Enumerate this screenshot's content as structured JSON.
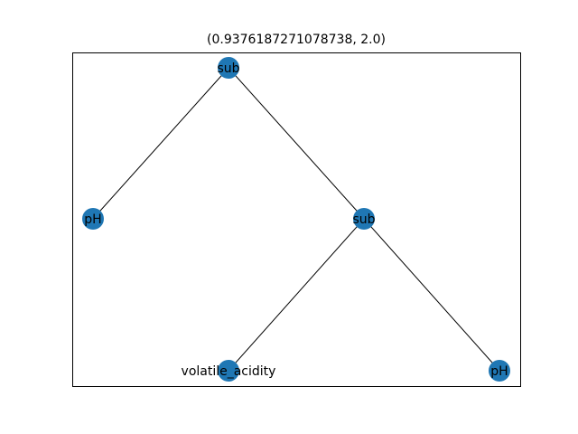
{
  "title": "(0.9376187271078738, 2.0)",
  "colors": {
    "node": "#1f77b4",
    "edge": "#000000",
    "frame": "#000000",
    "background": "#ffffff"
  },
  "nodes": [
    {
      "id": "n0",
      "label": "sub"
    },
    {
      "id": "n1",
      "label": "pH"
    },
    {
      "id": "n2",
      "label": "sub"
    },
    {
      "id": "n3",
      "label": "volatile_acidity"
    },
    {
      "id": "n4",
      "label": "pH"
    }
  ],
  "edges": [
    {
      "from": "n0",
      "to": "n1"
    },
    {
      "from": "n0",
      "to": "n2"
    },
    {
      "from": "n2",
      "to": "n3"
    },
    {
      "from": "n2",
      "to": "n4"
    }
  ]
}
